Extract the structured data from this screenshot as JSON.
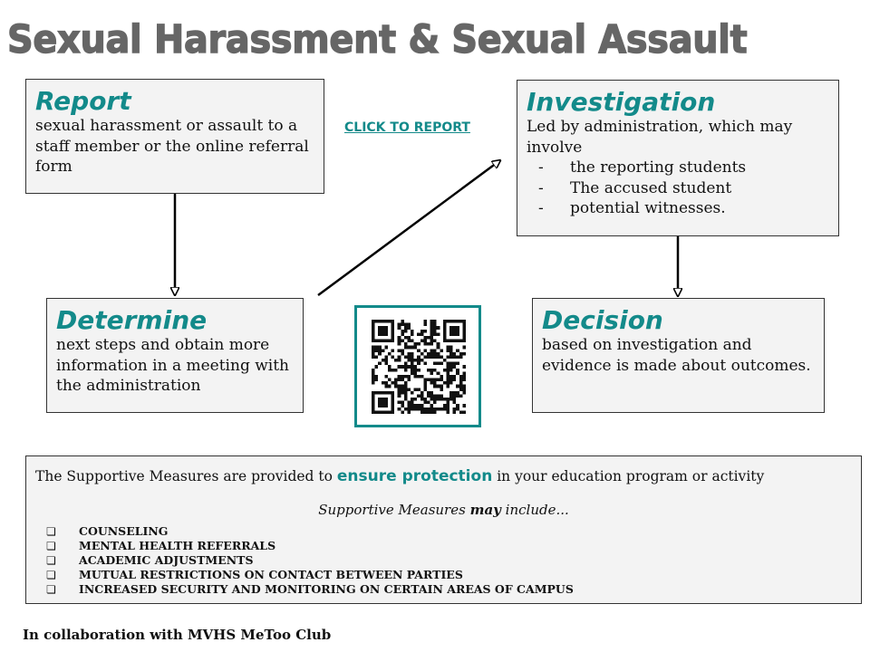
{
  "title": "Sexual Harassment & Sexual Assault",
  "report": {
    "heading": "Report",
    "text": "sexual harassment or assault to a staff member or the online referral form"
  },
  "click_link": "CLICK TO REPORT",
  "investigation": {
    "heading": "Investigation",
    "text": "Led by administration, which may involve",
    "bullets": [
      "the reporting students",
      "The accused student",
      "potential witnesses."
    ]
  },
  "determine": {
    "heading": "Determine",
    "text": "next steps and obtain more information in a meeting with the administration"
  },
  "decision": {
    "heading": "Decision",
    "text": "based on investigation and evidence is made about outcomes."
  },
  "measures": {
    "intro_before": "The Supportive Measures are provided to ",
    "intro_highlight": "ensure protection",
    "intro_after": " in your education program or activity",
    "may_before": "Supportive Measures ",
    "may_em": "may",
    "may_after": " include...",
    "items": [
      "COUNSELING",
      "MENTAL HEALTH REFERRALS",
      "ACADEMIC ADJUSTMENTS",
      "MUTUAL RESTRICTIONS ON CONTACT BETWEEN PARTIES",
      "INCREASED SECURITY AND MONITORING ON CERTAIN AREAS OF CAMPUS"
    ],
    "checkbox_glyph": "❏"
  },
  "footer": "In collaboration with MVHS MeToo Club",
  "colors": {
    "accent": "#138a8a",
    "title": "#666666",
    "box_bg": "#f3f3f3"
  },
  "icons": {
    "qr": "qr-code-icon"
  }
}
